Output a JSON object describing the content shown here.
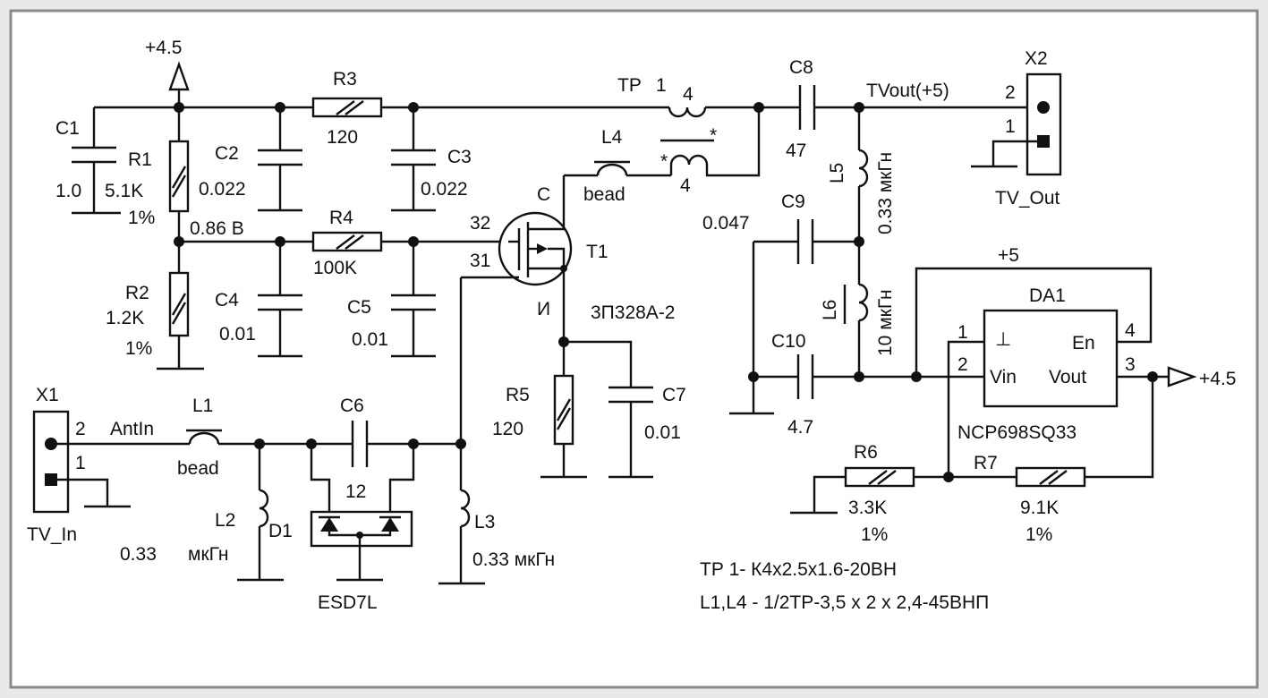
{
  "colors": {
    "background": "#e9e9ea",
    "paper": "#ffffff",
    "ink": "#111111",
    "frame": "#8a8a8f"
  },
  "labels": {
    "vplus_top": "+4.5",
    "c1": "C1",
    "c1_val": "1.0",
    "r1": "R1",
    "r1_val": "5.1K",
    "r1_tol": "1%",
    "c2": "C2",
    "c2_val": "0.022",
    "r3": "R3",
    "r3_val": "120",
    "c3": "C3",
    "c3_val": "0.022",
    "node_v": "0.86 В",
    "r4": "R4",
    "r4_val": "100K",
    "r2": "R2",
    "r2_val": "1.2K",
    "r2_tol": "1%",
    "c4": "C4",
    "c4_val": "0.01",
    "c5": "C5",
    "c5_val": "0.01",
    "tp": "ТР",
    "tp_pin1": "1",
    "tp_pin4a": "4",
    "tp_pin4b": "4",
    "star": "*",
    "l4": "L4",
    "bead_l4": "bead",
    "pin_c": "C",
    "pin32": "32",
    "pin31": "31",
    "pin_i": "И",
    "t1": "T1",
    "t1_type": "3П328А-2",
    "c8": "C8",
    "c8_val": "47",
    "tvout": "TVout(+5)",
    "x2": "X2",
    "x2_pin2": "2",
    "x2_pin1": "1",
    "tv_out": "TV_Out",
    "l5": "L5",
    "l5_val": "0.33 мкГн",
    "c9": "C9",
    "c9_val": "0.047",
    "l6": "L6",
    "l6_val": "10 мкГн",
    "c10": "C10",
    "c10_val": "4.7",
    "r5": "R5",
    "r5_val": "120",
    "c7": "C7",
    "c7_val": "0.01",
    "vplus5": "+5",
    "da1": "DA1",
    "da1_pin1": "1",
    "da1_pin2": "2",
    "da1_pin3": "3",
    "da1_pin4": "4",
    "da1_gnd": "⊥",
    "da1_en": "En",
    "da1_vin": "Vin",
    "da1_vout": "Vout",
    "da1_type": "NCP698SQ33",
    "vout_45": "+4.5",
    "x1": "X1",
    "x1_pin2": "2",
    "x1_pin1": "1",
    "antin": "AntIn",
    "tv_in": "TV_In",
    "l1": "L1",
    "bead_l1": "bead",
    "c6": "C6",
    "c6_val": "12",
    "l2": "L2",
    "l2_val": "0.33",
    "l2_unit": "мкГн",
    "d1": "D1",
    "esd": "ESD7L",
    "l3": "L3",
    "l3_val": "0.33 мкГн",
    "r6": "R6",
    "r6_val": "3.3K",
    "r6_tol": "1%",
    "r7": "R7",
    "r7_val": "9.1K",
    "r7_tol": "1%",
    "note1": "ТР  1- К4х2.5х1.6-20ВН",
    "note2": "L1,L4 - 1/2ТР-3,5 х 2 х 2,4-45ВНП"
  }
}
